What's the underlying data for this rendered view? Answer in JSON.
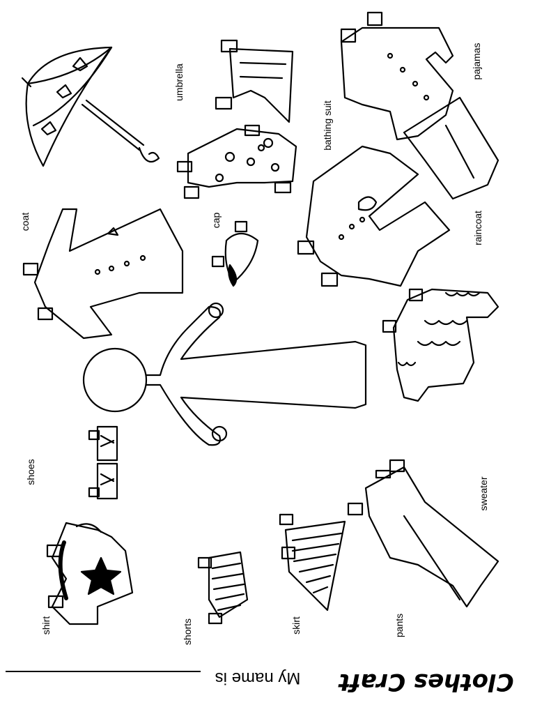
{
  "header": {
    "title": "Clothes Craft",
    "name_prompt": "My name is"
  },
  "labels": {
    "umbrella": "umbrella",
    "pajamas": "pajamas",
    "bathing_suit": "bathing suit",
    "coat": "coat",
    "cap": "cap",
    "raincoat": "raincoat",
    "shoes": "shoes",
    "sweater": "sweater",
    "shirt": "shirt",
    "shorts": "shorts",
    "skirt": "skirt",
    "pants": "pants"
  },
  "colors": {
    "ink": "#000000",
    "paper": "#ffffff"
  }
}
